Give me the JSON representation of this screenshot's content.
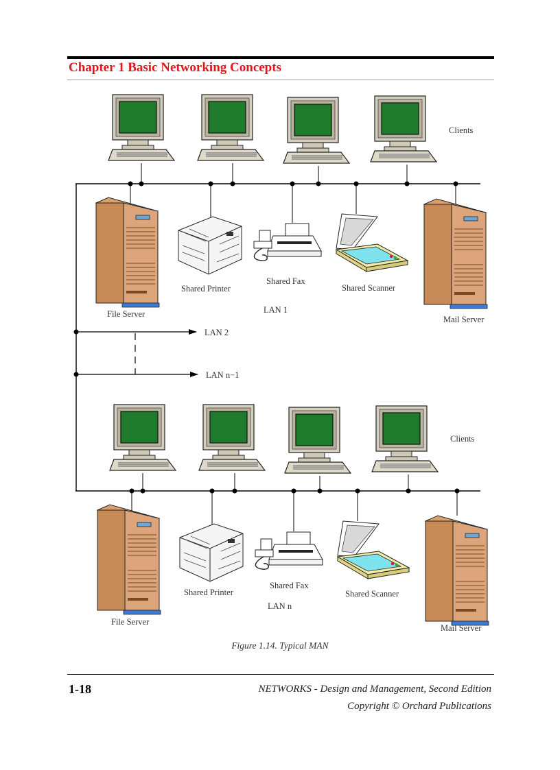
{
  "header": {
    "chapter_title": "Chapter 1  Basic Networking Concepts"
  },
  "lan_top": {
    "clients_label": "Clients",
    "printer_label": "Shared Printer",
    "fax_label": "Shared Fax",
    "scanner_label": "Shared Scanner",
    "file_server_label": "File Server",
    "mail_server_label": "Mail Server",
    "lan_label": "LAN 1"
  },
  "links": {
    "lan2": "LAN 2",
    "lann1": "LAN n−1"
  },
  "lan_bottom": {
    "clients_label": "Clients",
    "printer_label": "Shared Printer",
    "fax_label": "Shared Fax",
    "scanner_label": "Shared Scanner",
    "file_server_label": "File Server",
    "mail_server_label": "Mail Server",
    "lan_label": "LAN n"
  },
  "caption": {
    "figure": "Figure 1.14.  Typical MAN"
  },
  "footer": {
    "page_number": "1-18",
    "book_title": "NETWORKS - Design and Management, Second Edition",
    "copyright": "Copyright ©  Orchard Publications"
  },
  "colors": {
    "header_red": "#e8141b",
    "screen_green": "#1e7b2c",
    "monitor_beige": "#d4cfbf",
    "server_brown": "#c58a55",
    "scanner_cyan": "#7fe3ee"
  }
}
